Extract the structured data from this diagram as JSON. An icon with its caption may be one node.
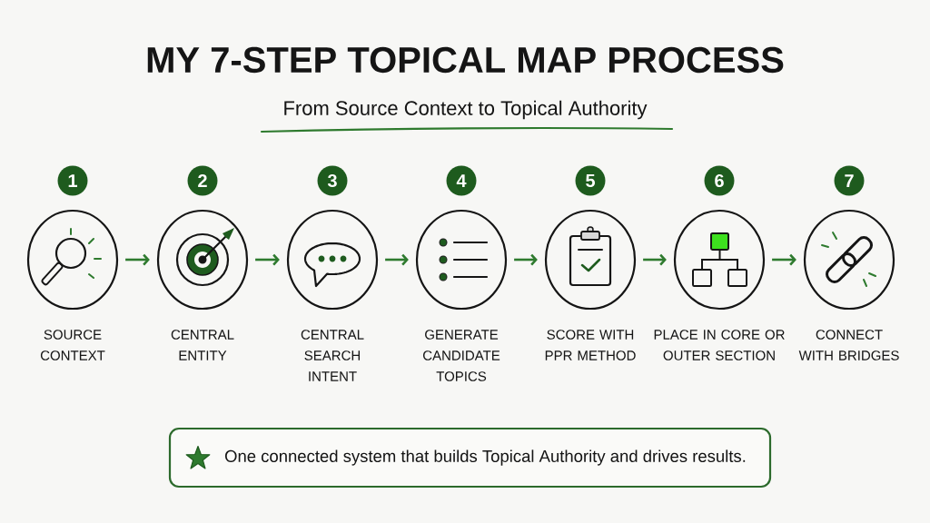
{
  "diagram": {
    "title": "MY 7-STEP TOPICAL MAP PROCESS",
    "nodes": [
      {
        "text": [
          "1"
        ]
      },
      {
        "text": [
          "2"
        ]
      },
      {
        "text": [
          "3"
        ]
      },
      {
        "text": [
          "4"
        ]
      },
      {
        "text": [
          "5"
        ]
      },
      {
        "text": [
          "6"
        ]
      },
      {
        "text": [
          "7"
        ]
      },
      {
        "text": [
          "SOURCE CONTEXT"
        ]
      },
      {
        "text": [
          "CENTRAL ENTITY"
        ]
      },
      {
        "text": [
          "CENTRAL SEARCH INTENT"
        ]
      },
      {
        "text": [
          "GENERATE CANDIDATE TOPICS"
        ]
      },
      {
        "text": [
          "SCORE WITH PPR METHOD"
        ]
      },
      {
        "text": [
          "PLACE IN CORE OR OUTER SECTION"
        ]
      },
      {
        "text": [
          "CONNECT WITH BRIDGES"
        ]
      },
      {
        "text": [
          "One connected system that builds Topical Authority and drives results."
        ]
      }
    ],
    "edges": [
      {
        "from": 7,
        "to": 8,
        "arrow": "to"
      },
      {
        "from": 8,
        "to": 9,
        "arrow": "to"
      },
      {
        "from": 9,
        "to": 10,
        "arrow": "to"
      },
      {
        "from": 10,
        "to": 11,
        "arrow": "to"
      },
      {
        "from": 11,
        "to": 12,
        "arrow": "to"
      },
      {
        "from": 12,
        "to": 13,
        "arrow": "to"
      }
    ],
    "labels": [
      "From Source Context to Topical Authority"
    ]
  }
}
